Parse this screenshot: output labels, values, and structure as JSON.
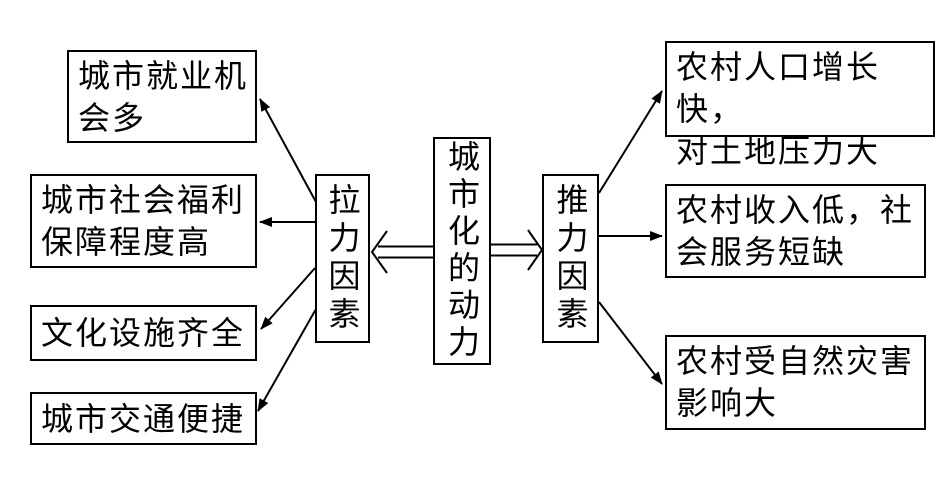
{
  "diagram": {
    "center": {
      "label": "城市化的动力"
    },
    "pull": {
      "label": "拉力因素",
      "items": [
        {
          "label": "城市就业机\n会多"
        },
        {
          "label": "城市社会福利\n保障程度高"
        },
        {
          "label": "文化设施齐全"
        },
        {
          "label": "城市交通便捷"
        }
      ]
    },
    "push": {
      "label": "推力因素",
      "items": [
        {
          "label": "农村人口增长快，\n对土地压力大"
        },
        {
          "label": "农村收入低，社\n会服务短缺"
        },
        {
          "label": "农村受自然灾害\n影响大"
        }
      ]
    },
    "colors": {
      "line": "#000000",
      "background": "#ffffff",
      "text": "#000000"
    }
  }
}
